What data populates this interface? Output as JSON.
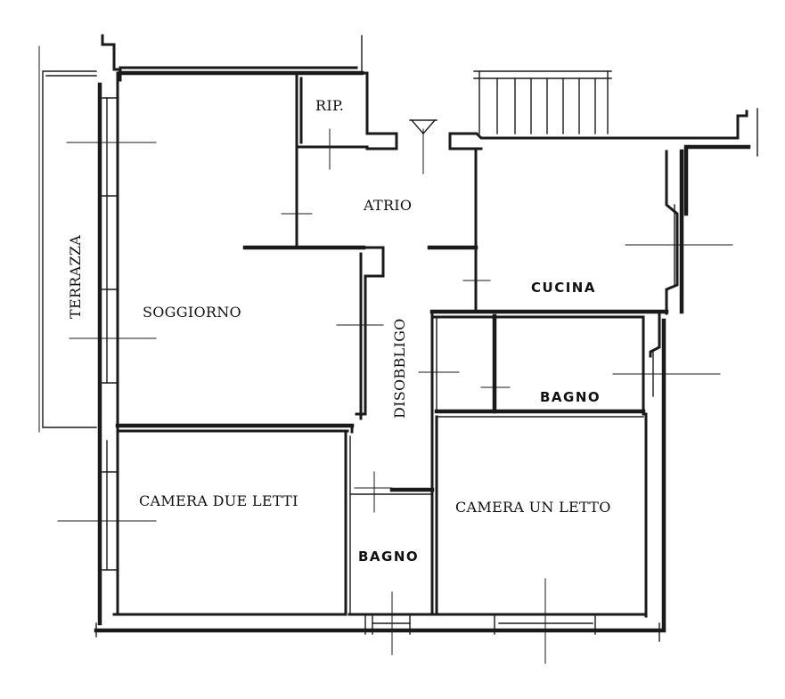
{
  "rooms": {
    "terrazza": "TERRAZZA",
    "soggiorno": "SOGGIORNO",
    "rip": "RIP.",
    "atrio": "ATRIO",
    "cucina": "CUCINA",
    "disobbligo": "DISOBBLIGO",
    "bagno_right": "BAGNO",
    "camera_due_letti": "CAMERA DUE LETTI",
    "camera_un_letto": "CAMERA UN LETTO",
    "bagno_bottom": "BAGNO"
  }
}
